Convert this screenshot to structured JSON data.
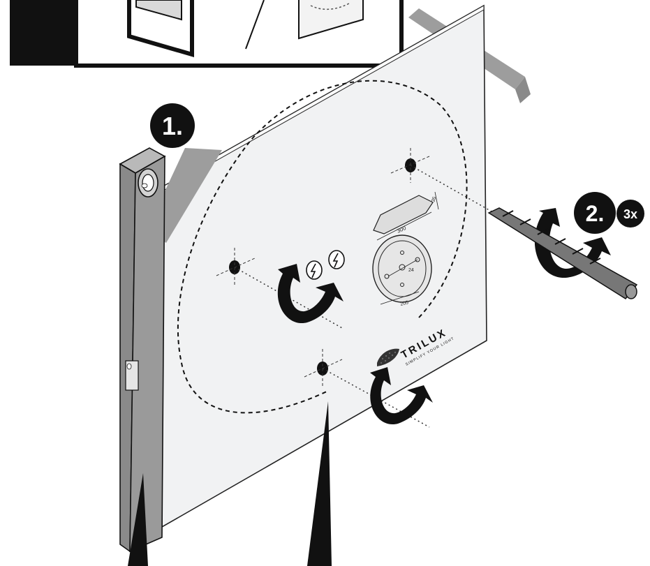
{
  "steps": {
    "step1": {
      "label": "1."
    },
    "step2": {
      "label": "2.",
      "repeat_label": "3x"
    }
  },
  "template": {
    "dim_width": "300",
    "dim_height": "35",
    "dim_hole_spacing": "24",
    "dim_base": "205"
  },
  "brand": {
    "name": "TRILUX",
    "tagline": "SIMPLIFY YOUR LIGHT"
  },
  "colors": {
    "sheet": "#f1f2f3",
    "tape": "#9d9d9d",
    "ink": "#111111",
    "level": "#8a8a8a"
  },
  "icons": [
    "electrical-hazard-icon",
    "rotate-arrow-icon",
    "drill-bit-icon",
    "spirit-level-icon",
    "trilux-logo-icon"
  ]
}
